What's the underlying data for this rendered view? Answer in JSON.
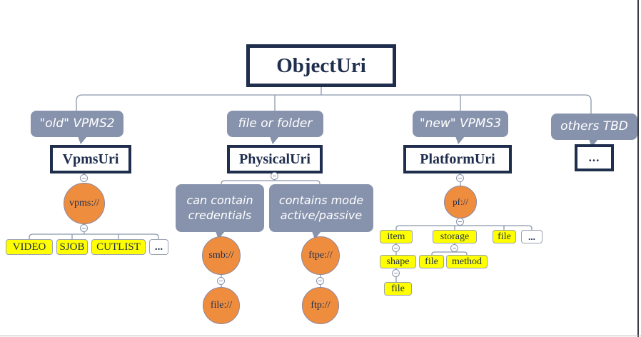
{
  "root": {
    "label": "ObjectUri"
  },
  "branch_vpms": {
    "callout": "\"old\" VPMS2",
    "title": "VpmsUri",
    "scheme": "vpms://",
    "leaves": [
      "VIDEO",
      "SJOB",
      "CUTLIST",
      "..."
    ]
  },
  "branch_physical": {
    "callout": "file or folder",
    "title": "PhysicalUri",
    "notes": [
      "can contain credentials",
      "contains mode active/passive"
    ],
    "schemes_top": [
      "smb://",
      "ftpe://"
    ],
    "schemes_bottom": [
      "file://",
      "ftp://"
    ]
  },
  "branch_platform": {
    "callout": "\"new\" VPMS3",
    "title": "PlatformUri",
    "scheme": "pf://",
    "leaves": [
      "item",
      "storage",
      "file",
      "..."
    ],
    "item_child": "shape",
    "shape_child": "file",
    "storage_children": [
      "file",
      "method"
    ]
  },
  "branch_others": {
    "callout": "others TBD",
    "title": "..."
  },
  "colors": {
    "navy": "#1f2e4d",
    "slate": "#8793ac",
    "orange": "#ef8d3f",
    "yellow": "#ffff00",
    "connector": "#8b98ac"
  }
}
